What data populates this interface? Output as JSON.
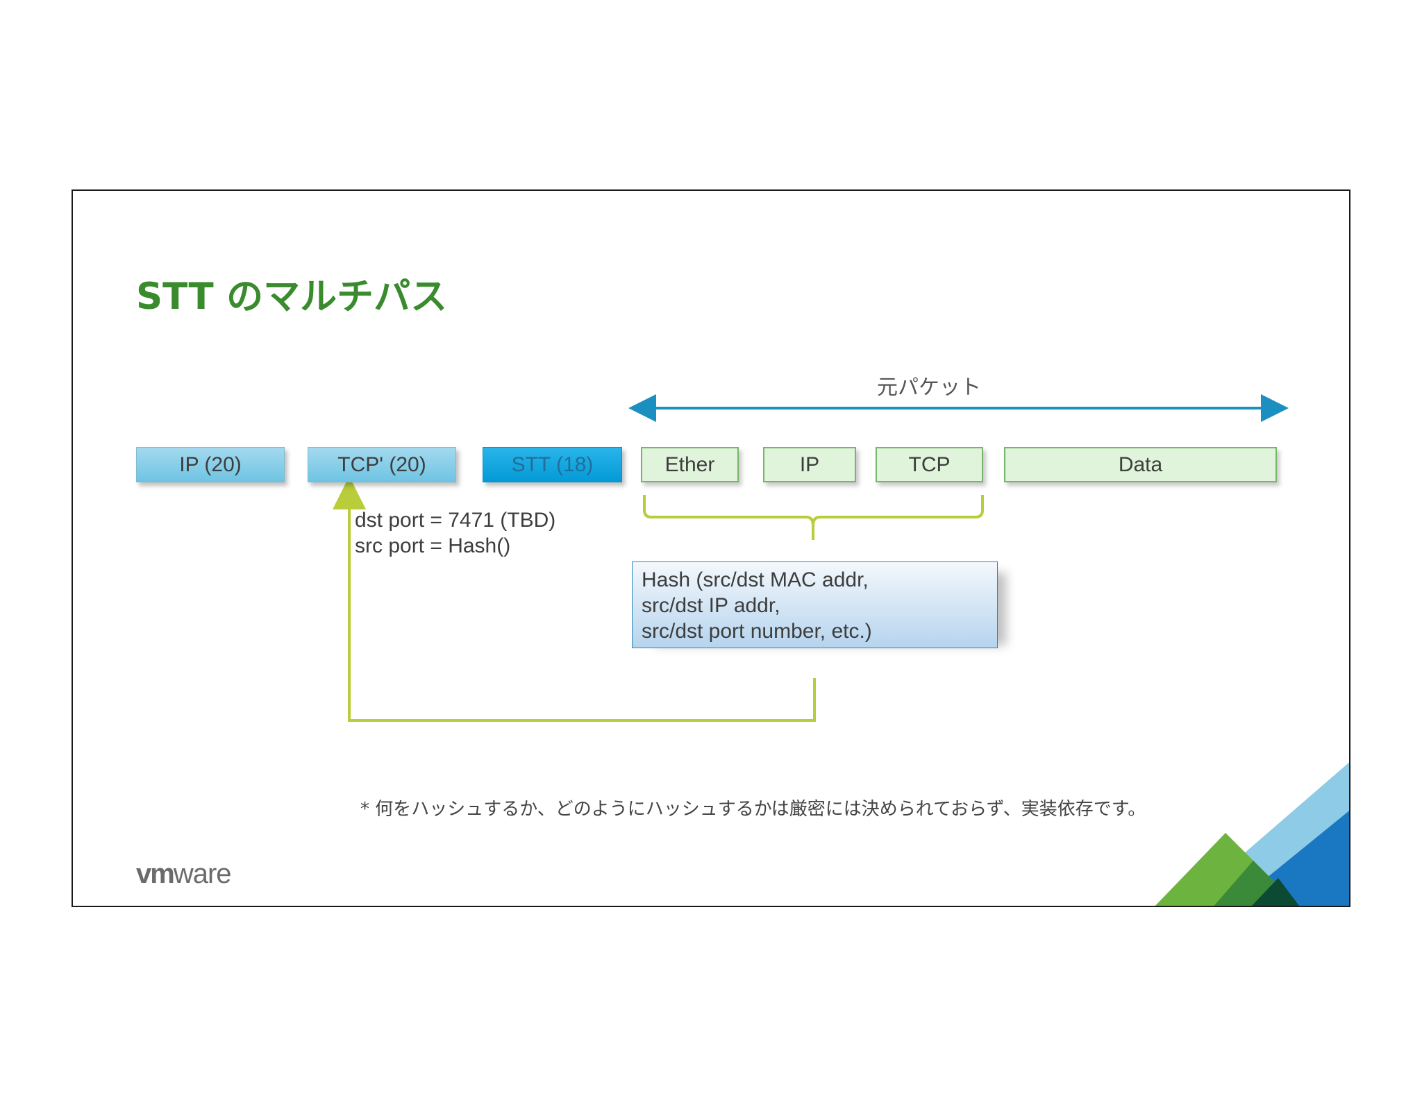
{
  "slide": {
    "title": "STT のマルチパス",
    "original_packet_label": "元パケット",
    "encap_headers": [
      {
        "label": "IP (20)"
      },
      {
        "label": "TCP' (20)"
      },
      {
        "label": "STT (18)"
      }
    ],
    "inner_headers": [
      {
        "label": "Ether"
      },
      {
        "label": "IP"
      },
      {
        "label": "TCP"
      },
      {
        "label": "Data"
      }
    ],
    "port_note": {
      "line1": "dst port = 7471 (TBD)",
      "line2": "src port = Hash()"
    },
    "hash_box": {
      "line1": "Hash (src/dst MAC addr,",
      "line2": "src/dst IP addr,",
      "line3": "src/dst port number, etc.)"
    },
    "footnote": "* 何をハッシュするか、どのようにハッシュするかは厳密には決められておらず、実装依存です。",
    "logo": {
      "vm": "vm",
      "ware": "ware"
    }
  },
  "colors": {
    "title_green": "#3a8a2e",
    "arrow_blue": "#1a8fc0",
    "connector_green": "#b9cc3a",
    "encap_blue": "#6ec4e3",
    "stt_blue": "#039ad6",
    "inner_green": "#dff4da"
  }
}
